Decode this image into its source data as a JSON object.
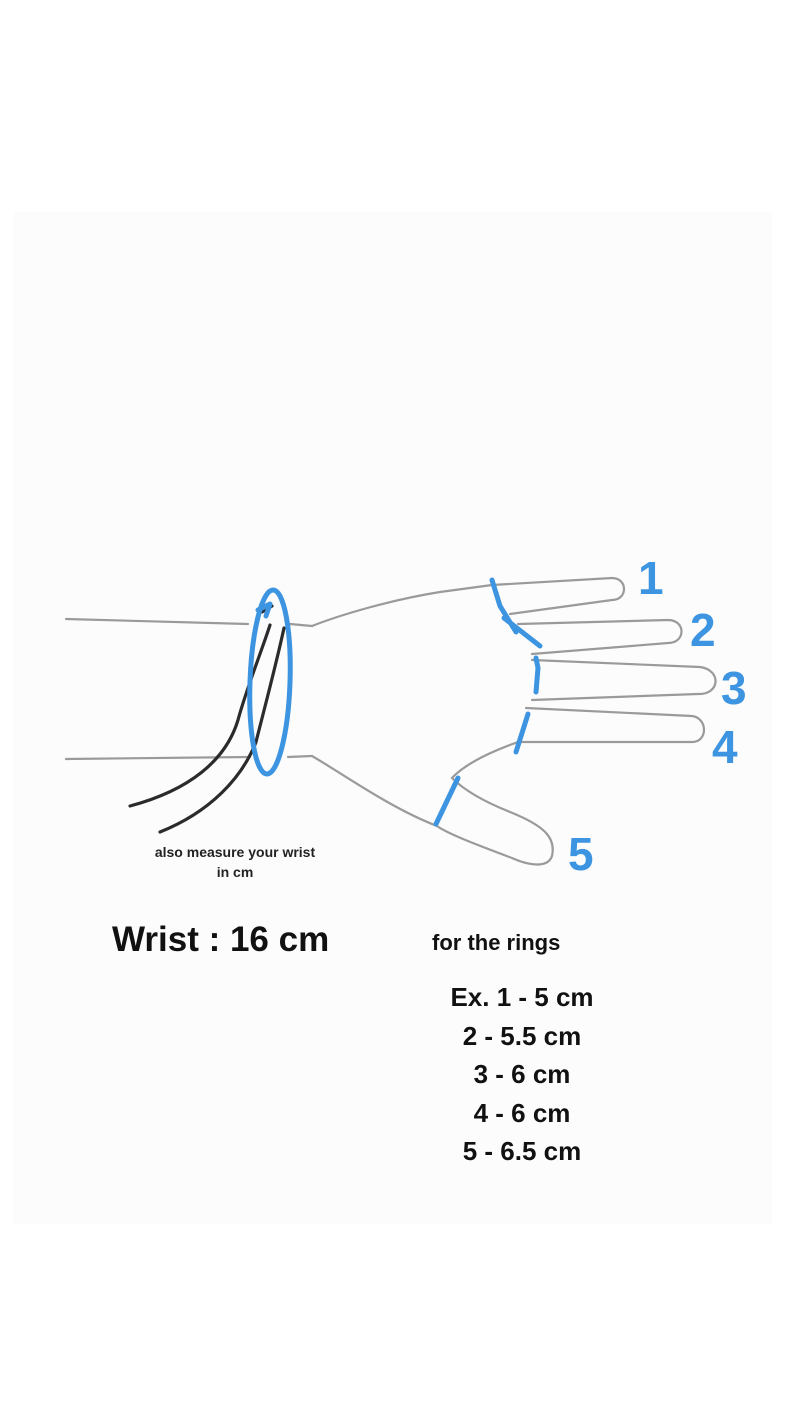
{
  "measure_caption": {
    "line1": "also measure your wrist",
    "line2": "in cm"
  },
  "wrist_size": "Wrist : 16 cm",
  "rings_heading": "for the rings",
  "ring_sizes": [
    "Ex. 1 - 5 cm",
    "2 - 5.5 cm",
    "3 - 6 cm",
    "4 - 6 cm",
    "5 - 6.5 cm"
  ],
  "finger_numbers": [
    "1",
    "2",
    "3",
    "4",
    "5"
  ],
  "colors": {
    "measure_marks": "#3d94e0",
    "outline": "#9a9a9a",
    "tape": "#2b2b2b",
    "text": "#111111"
  }
}
